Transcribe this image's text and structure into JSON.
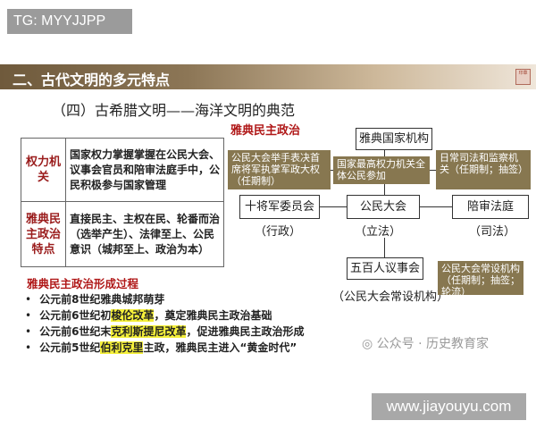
{
  "tag": "TG: MYYJJPP",
  "header": {
    "title": "二、古代文明的多元特点"
  },
  "subtitle": "（四）古希腊文明——海洋文明的典范",
  "diagram_title": "雅典民主政治",
  "table": [
    {
      "key": "权力机关",
      "value": "国家权力掌握掌握在公民大会、议事会官员和陪审法庭手中，公民积极参与国家管理"
    },
    {
      "key": "雅典民主政治特点",
      "value": "直接民主、主权在民、轮番而治（选举产生）、法律至上、公民意识（城邦至上、政治为本）"
    }
  ],
  "process": {
    "title": "雅典民主政治形成过程",
    "items": [
      {
        "pre": "公元前8世纪雅典城邦萌芽",
        "hl": "",
        "post": ""
      },
      {
        "pre": "公元前6世纪初",
        "hl": "梭伦改革",
        "post": "，奠定雅典民主政治基础"
      },
      {
        "pre": "公元前6世纪末",
        "hl": "克利斯提尼改革",
        "post": "，促进雅典民主政治形成"
      },
      {
        "pre": "公元前5世纪",
        "hl": "伯利克里",
        "post": "主政，雅典民主进入“黄金时代”"
      }
    ]
  },
  "org": {
    "root": "雅典国家机构",
    "left_note": "公民大会举手表决首席将军执掌军政大权（任期制）",
    "mid_note": "国家最高权力机关全体公民参加",
    "right_note": "日常司法和监察机关（任期制；抽签）",
    "left": "十将军委员会",
    "left_role": "（行政）",
    "mid": "公民大会",
    "mid_role": "（立法）",
    "right": "陪审法庭",
    "right_role": "（司法）",
    "council": "五百人议事会",
    "council_role": "（公民大会常设机构）",
    "council_note": "公民大会常设机构（任期制；抽签；轮流）"
  },
  "watermark": "公众号 · 历史教育家",
  "site": "www.jiayouyu.com"
}
